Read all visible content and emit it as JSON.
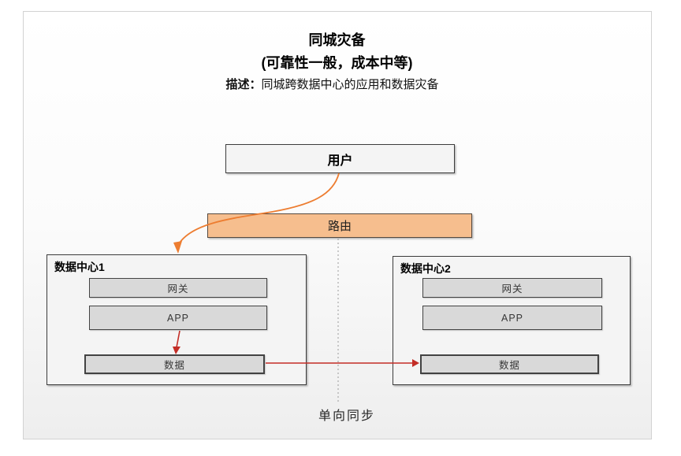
{
  "header": {
    "title": "同城灾备",
    "subtitle": "(可靠性一般，成本中等)",
    "desc_label": "描述：",
    "desc_text": "同城跨数据中心的应用和数据灾备"
  },
  "nodes": {
    "user": "用户",
    "router": "路由"
  },
  "datacenters": [
    {
      "label": "数据中心1",
      "layers": [
        "网关",
        "APP",
        "数据"
      ]
    },
    {
      "label": "数据中心2",
      "layers": [
        "网关",
        "APP",
        "数据"
      ]
    }
  ],
  "annotations": {
    "sync_label": "单向同步"
  },
  "colors": {
    "router_fill": "#F6BE8E",
    "orange_connector": "#ED7D31",
    "red_connector": "#C32D26",
    "layer_fill": "#D9D9D9",
    "frame_border": "#D2D2D2"
  }
}
